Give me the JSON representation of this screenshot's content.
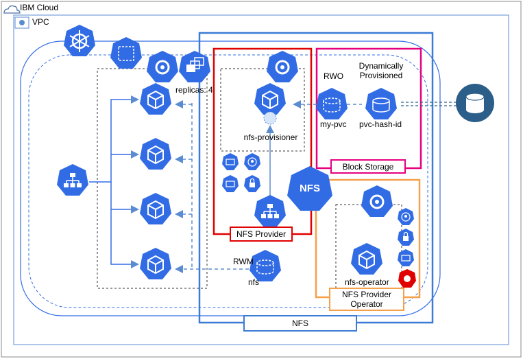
{
  "labels": {
    "ibm_cloud": "IBM Cloud",
    "vpc": "VPC",
    "replicas": "replicas: 4",
    "nfs_provisioner": "nfs-provisioner",
    "rwo": "RWO",
    "dynamically_provisioned": "Dynamically Provisioned",
    "my_pvc": "my-pvc",
    "pvc_hash_id": "pvc-hash-id",
    "block_storage": "Block Storage",
    "nfs_provider": "NFS Provider",
    "nfs_badge": "NFS",
    "rwm": "RWM",
    "nfs_volume": "nfs",
    "nfs_operator": "nfs-operator",
    "nfs_provider_operator": "NFS Provider Operator",
    "nfs_bottom": "NFS"
  },
  "colors": {
    "k8s_blue": "#326ce5",
    "storage_dark": "#2b5f8a",
    "nfs_provider_red": "#e00000",
    "block_storage_pink": "#e6007e",
    "operator_orange": "#f5a04a",
    "nfs_blue": "#3a7bd5"
  },
  "icons": [
    "ibm-cloud-icon",
    "vpc-icon",
    "kubernetes-icon",
    "namespace-icon",
    "deployment-icon",
    "replicaset-icon",
    "pod-icon",
    "service-icon",
    "pv-icon",
    "pvc-icon",
    "storage-icon",
    "secret-icon",
    "role-icon",
    "crd-icon",
    "helm-icon"
  ]
}
